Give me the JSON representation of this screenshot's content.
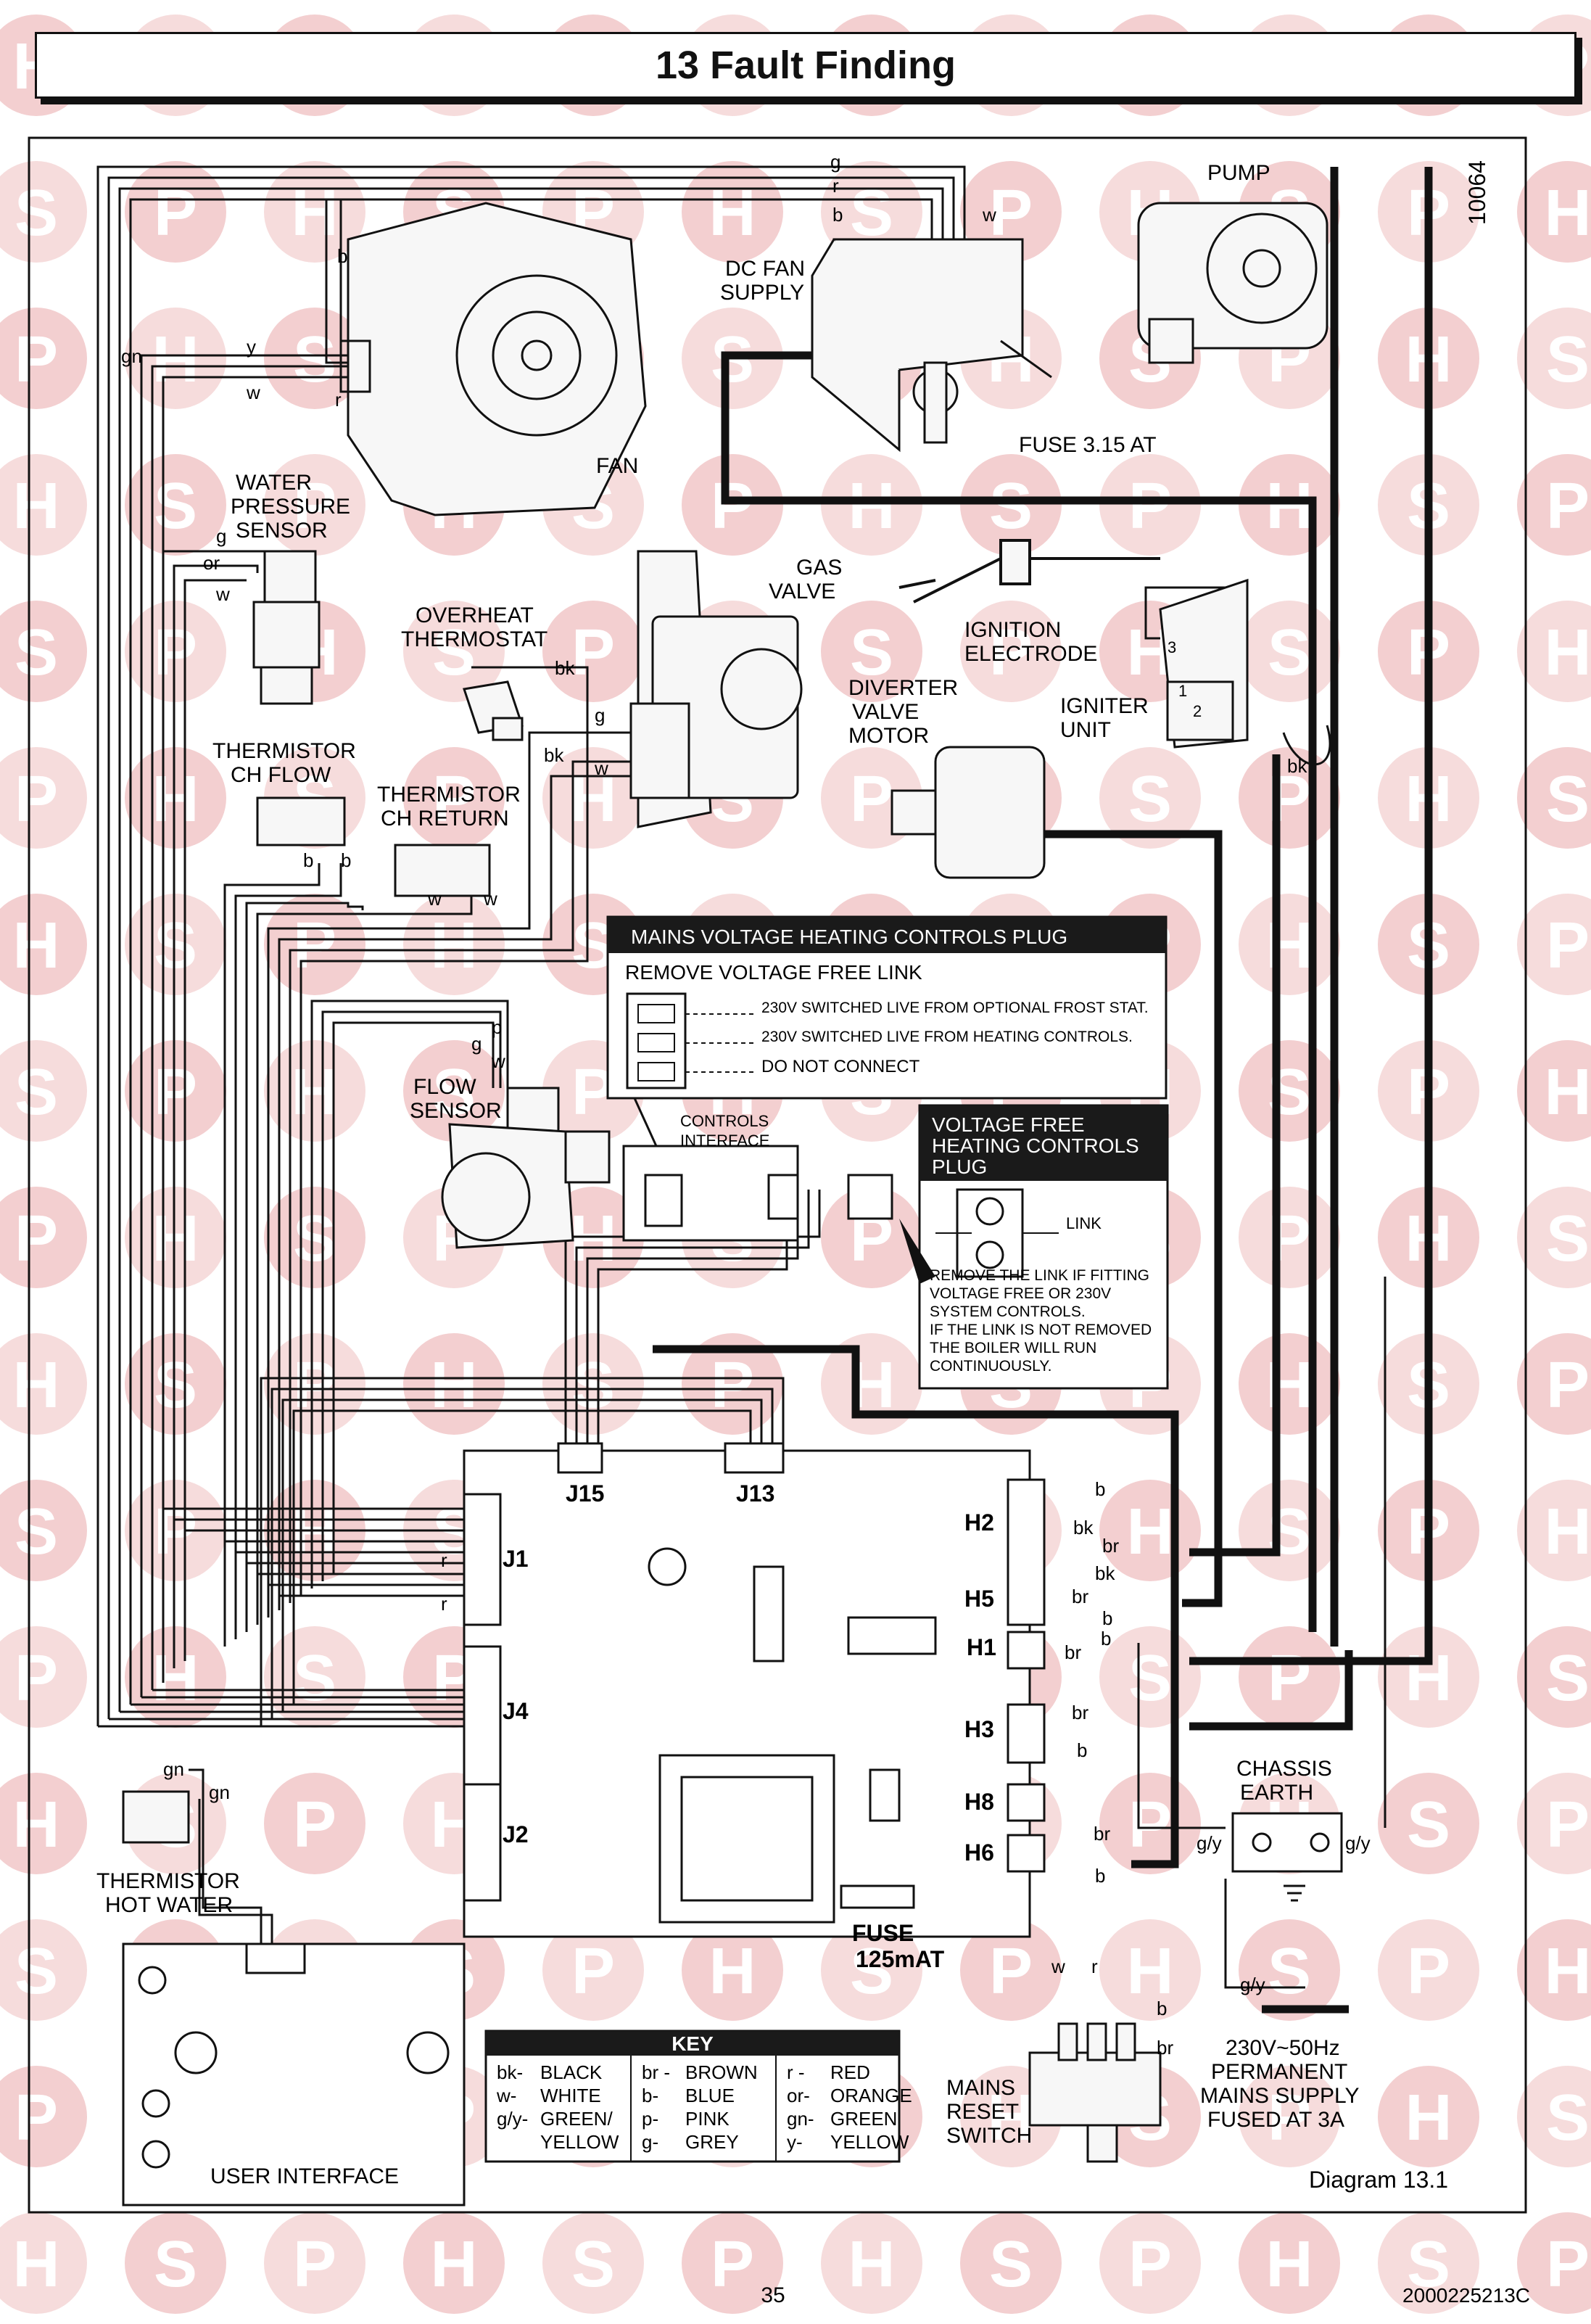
{
  "header": {
    "title": "13  Fault Finding"
  },
  "watermark": {
    "letters": [
      "H",
      "S",
      "P"
    ],
    "colors": [
      "#f3cfd0",
      "#f6dcdc"
    ]
  },
  "labels": {
    "doc_ref": "10064",
    "pump": "PUMP",
    "dc_fan_supply_1": "DC FAN",
    "dc_fan_supply_2": "SUPPLY",
    "fuse_315": "FUSE 3.15 AT",
    "fan": "FAN",
    "water_pressure_1": "WATER",
    "water_pressure_2": "PRESSURE",
    "water_pressure_3": "SENSOR",
    "gas_valve_1": "GAS",
    "gas_valve_2": "VALVE",
    "ignition_1": "IGNITION",
    "ignition_2": "ELECTRODE",
    "overheat_1": "OVERHEAT",
    "overheat_2": "THERMOSTAT",
    "diverter_1": "DIVERTER",
    "diverter_2": "VALVE",
    "diverter_3": "MOTOR",
    "igniter_1": "IGNITER",
    "igniter_2": "UNIT",
    "therm_ch_flow_1": "THERMISTOR",
    "therm_ch_flow_2": "CH FLOW",
    "therm_ch_return_1": "THERMISTOR",
    "therm_ch_return_2": "CH RETURN",
    "flow_sensor_1": "FLOW",
    "flow_sensor_2": "SENSOR",
    "controls_interface_1": "CONTROLS",
    "controls_interface_2": "INTERFACE",
    "therm_hw_1": "THERMISTOR",
    "therm_hw_2": "HOT WATER",
    "user_interface": "USER INTERFACE",
    "chassis_earth_1": "CHASSIS",
    "chassis_earth_2": "EARTH",
    "fuse_125_1": "FUSE",
    "fuse_125_2": "125mAT",
    "mains_reset_1": "MAINS",
    "mains_reset_2": "RESET",
    "mains_reset_3": "SWITCH",
    "mains_supply_1": "230V~50Hz",
    "mains_supply_2": "PERMANENT",
    "mains_supply_3": "MAINS SUPPLY",
    "mains_supply_4": "FUSED AT 3A",
    "diagram_no": "Diagram 13.1",
    "link": "LINK",
    "c1": "1",
    "c2": "2",
    "c3": "3"
  },
  "wire_tags": {
    "g": "g",
    "r": "r",
    "b": "b",
    "w": "w",
    "y": "y",
    "gn": "gn",
    "or": "or",
    "bk": "bk",
    "p": "p",
    "br": "br",
    "gy": "g/y"
  },
  "connectors": {
    "j15": "J15",
    "j13": "J13",
    "j1": "J1",
    "j4": "J4",
    "j2": "J2",
    "h2": "H2",
    "h5": "H5",
    "h1": "H1",
    "h3": "H3",
    "h8": "H8",
    "h6": "H6"
  },
  "mains_plug": {
    "title": "MAINS VOLTAGE HEATING CONTROLS PLUG",
    "link_note": "REMOVE VOLTAGE FREE LINK",
    "line1": "230V SWITCHED LIVE FROM OPTIONAL FROST STAT.",
    "line2": "230V SWITCHED LIVE FROM HEATING CONTROLS.",
    "line3": "DO NOT CONNECT"
  },
  "vf_plug": {
    "title_1": "VOLTAGE FREE",
    "title_2": "HEATING CONTROLS",
    "title_3": "PLUG",
    "note_1": "REMOVE THE LINK IF FITTING",
    "note_2": "VOLTAGE FREE OR 230V",
    "note_3": "SYSTEM CONTROLS.",
    "note_4": "IF THE LINK IS NOT REMOVED",
    "note_5": "THE BOILER WILL RUN",
    "note_6": "CONTINUOUSLY."
  },
  "key": {
    "title": "KEY",
    "rows": [
      [
        [
          "bk-",
          "BLACK"
        ],
        [
          "br -",
          "BROWN"
        ],
        [
          "r -",
          "RED"
        ]
      ],
      [
        [
          "w-",
          "WHITE"
        ],
        [
          "b-",
          "BLUE"
        ],
        [
          "or-",
          "ORANGE"
        ]
      ],
      [
        [
          "g/y-",
          "GREEN/"
        ],
        [
          "p-",
          "PINK"
        ],
        [
          "gn-",
          "GREEN"
        ]
      ],
      [
        [
          "",
          "YELLOW"
        ],
        [
          "g-",
          "GREY"
        ],
        [
          "y-",
          "YELLOW"
        ]
      ]
    ]
  },
  "footer": {
    "page_number": "35",
    "doc_code": "2000225213C"
  }
}
